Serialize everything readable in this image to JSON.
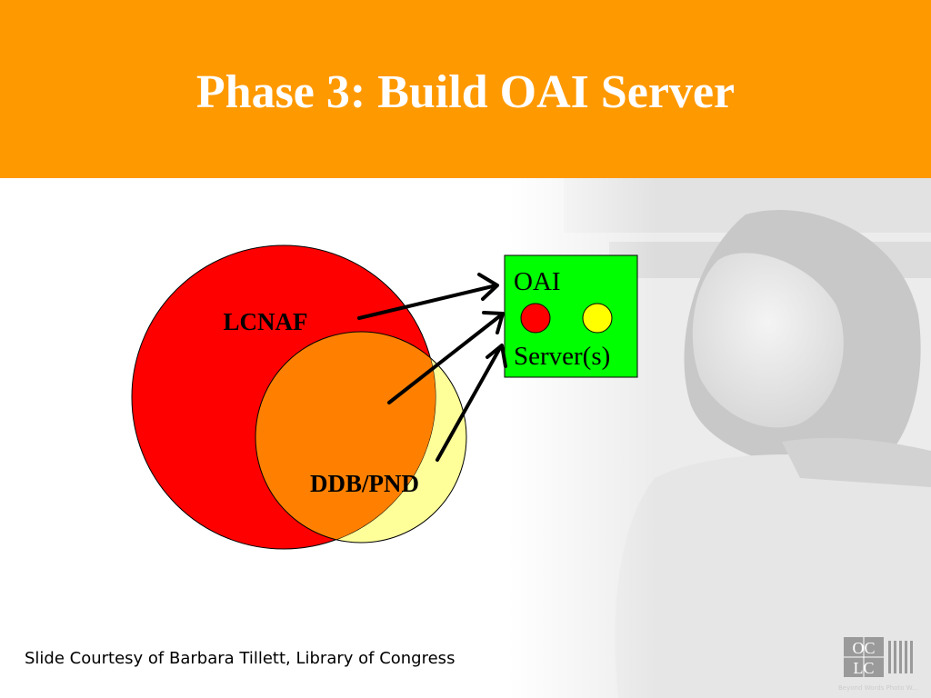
{
  "slide": {
    "title": "Phase 3: Build OAI Server",
    "credit": "Slide Courtesy of Barbara Tillett, Library of Congress",
    "logo_text": "OCLC",
    "logo_letters": [
      "OC",
      "LC"
    ],
    "photo_credit": "Beyond Words Photo W..."
  },
  "diagram": {
    "left_circle_label": "LCNAF",
    "right_circle_label": "DDB/PND",
    "server_box_line1": "OAI",
    "server_box_line2": "Server(s)"
  },
  "colors": {
    "header": "#ff9900",
    "lcnaf": "#ff0000",
    "ddb": "#ffff99",
    "overlap": "#ff8000",
    "server_box": "#00ff00",
    "dot_red": "#ff0000",
    "dot_yellow": "#ffff00"
  }
}
